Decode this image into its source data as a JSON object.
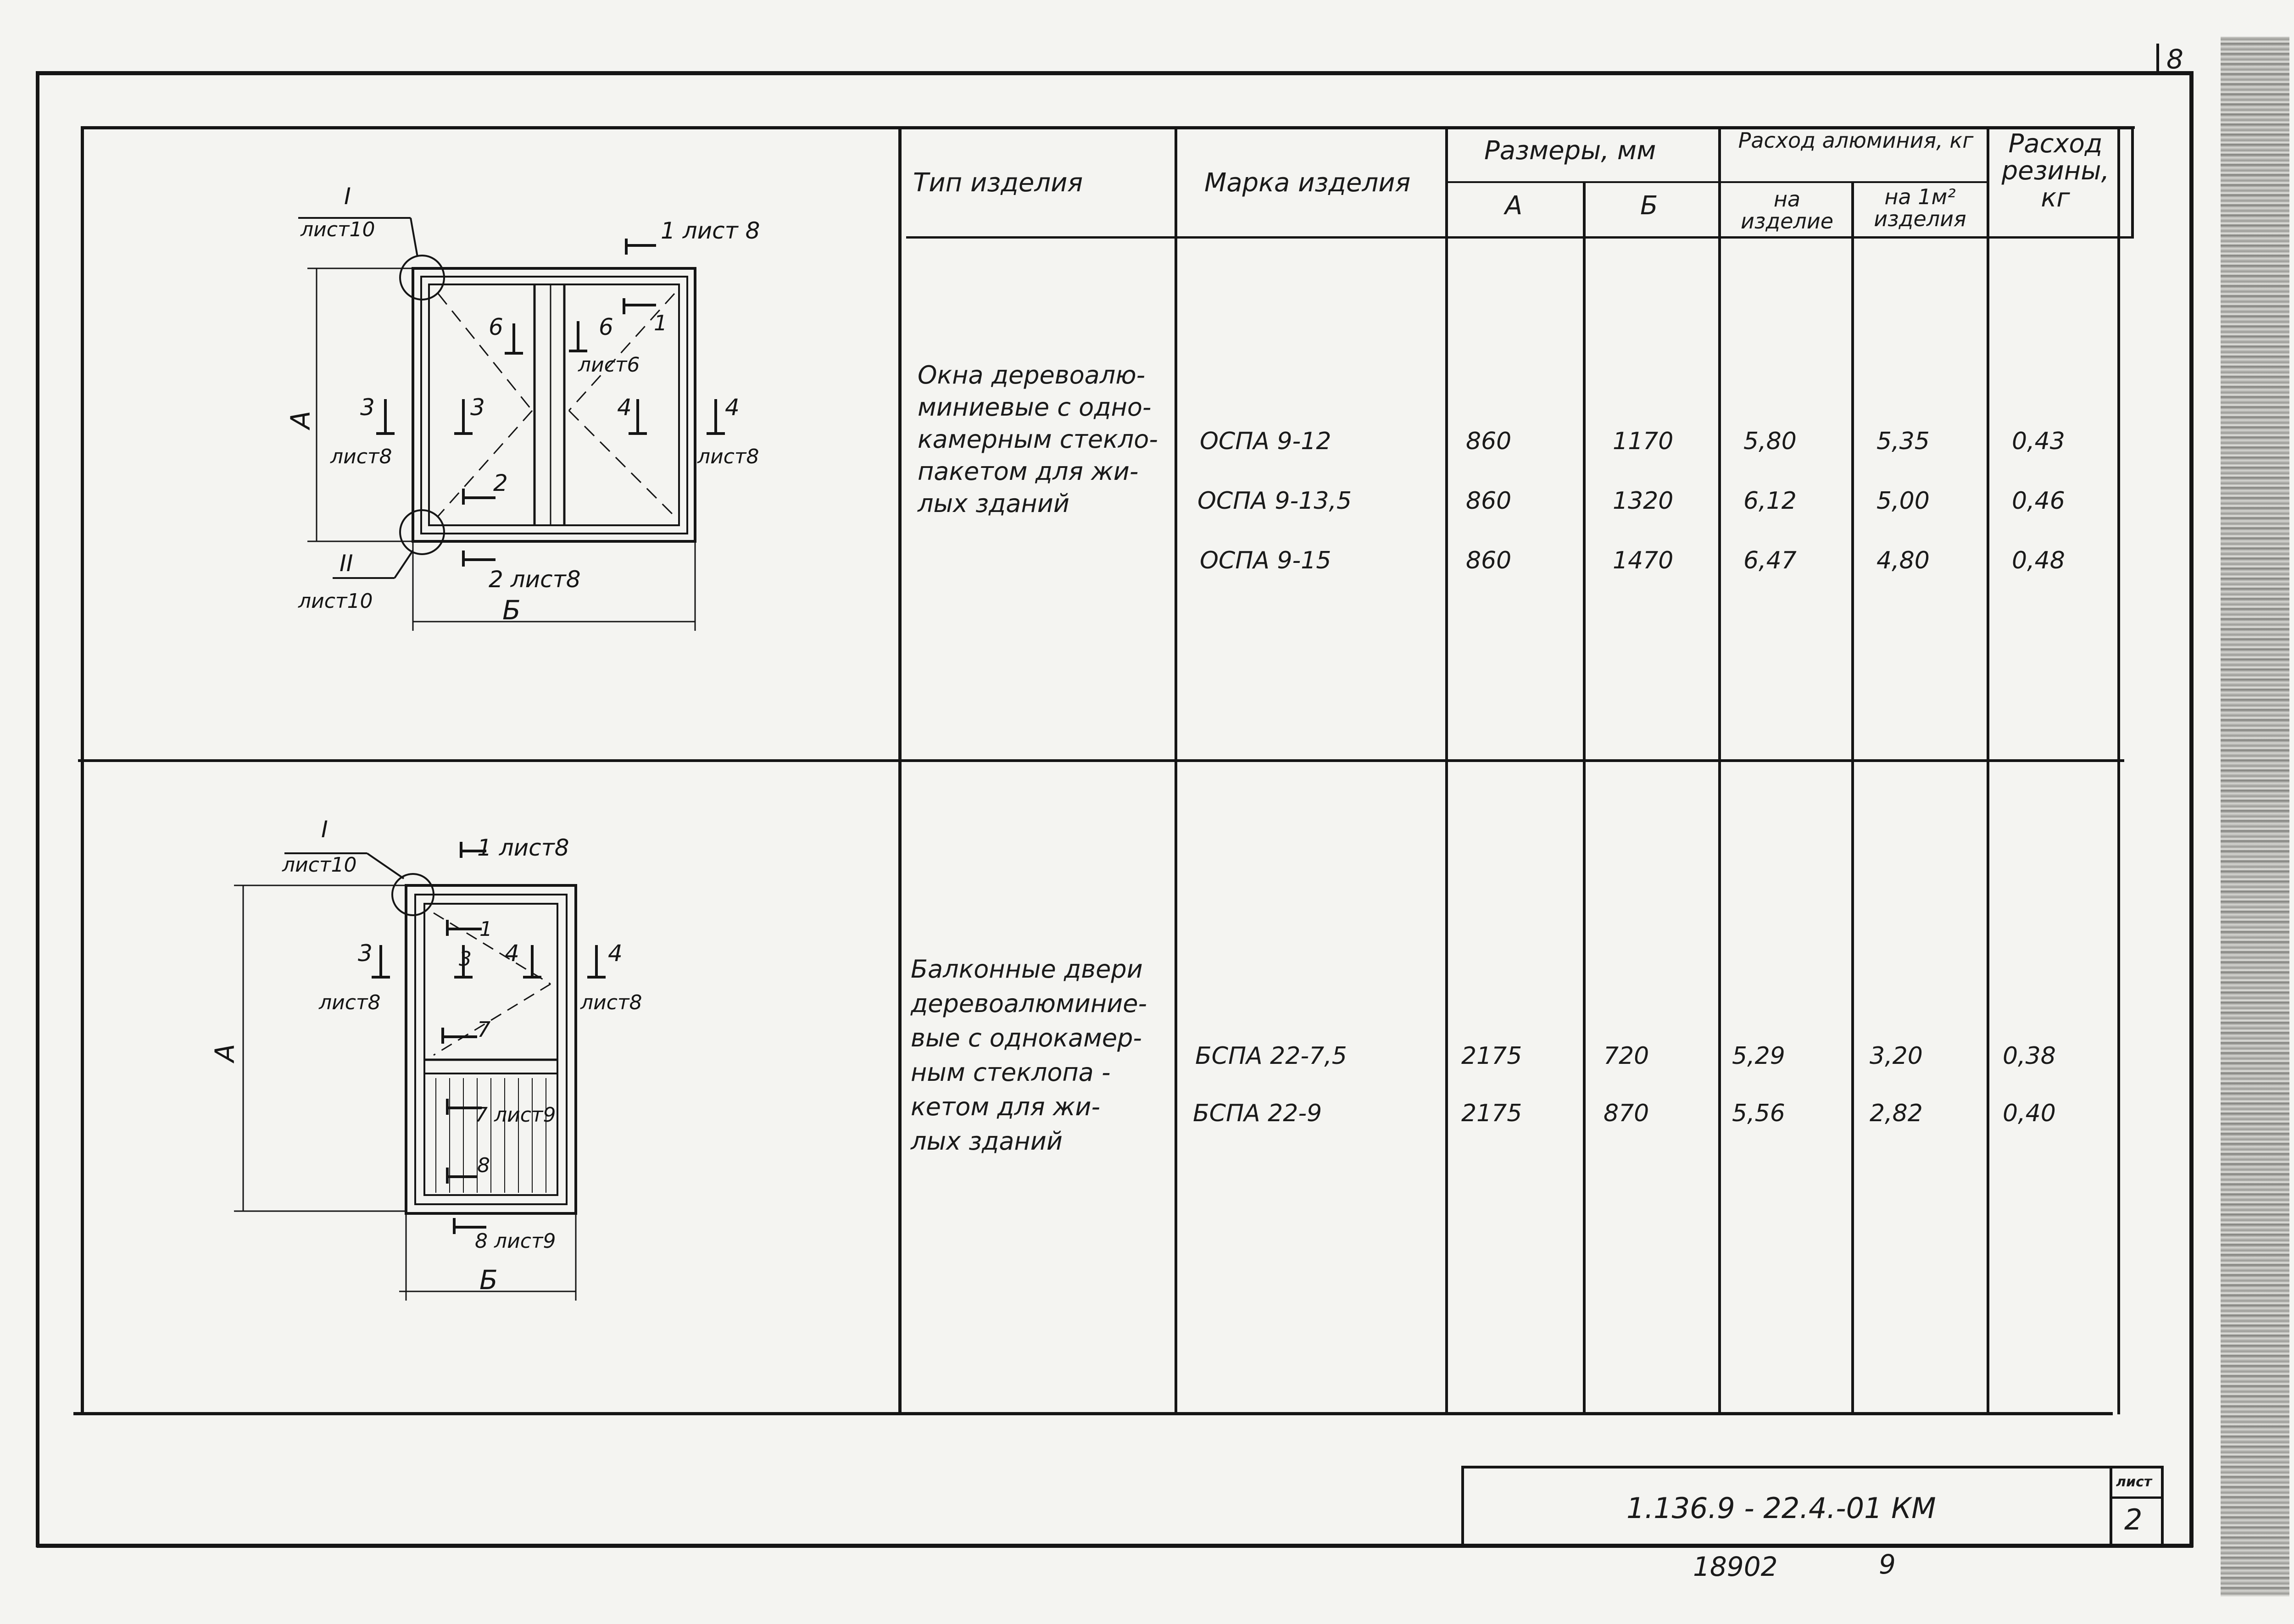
{
  "corner_number": "8",
  "table": {
    "headers": {
      "type": "Тип изделия",
      "mark": "Марка изделия",
      "sizes": "Размеры, мм",
      "size_a": "А",
      "size_b": "Б",
      "aluminium": "Расход алюминия, кг",
      "alu_per_item": "на изделие",
      "alu_per_m2": "на 1м² изделия",
      "rubber": "Расход резины, кг"
    },
    "group1": {
      "type_lines": [
        "Окна деревоалю-",
        "миниевые с одно-",
        "камерным стекло-",
        "пакетом для жи-",
        "лых зданий"
      ],
      "rows": [
        {
          "mark": "ОСПА 9-12",
          "a": "860",
          "b": "1170",
          "per_item": "5,80",
          "per_m2": "5,35",
          "rubber": "0,43"
        },
        {
          "mark": "ОСПА 9-13,5",
          "a": "860",
          "b": "1320",
          "per_item": "6,12",
          "per_m2": "5,00",
          "rubber": "0,46"
        },
        {
          "mark": "ОСПА 9-15",
          "a": "860",
          "b": "1470",
          "per_item": "6,47",
          "per_m2": "4,80",
          "rubber": "0,48"
        }
      ]
    },
    "group2": {
      "type_lines": [
        "Балконные двери",
        "деревоалюминие-",
        "вые с однокамер-",
        "ным стеклопа -",
        "кетом для жи-",
        "лых зданий"
      ],
      "rows": [
        {
          "mark": "БСПА 22-7,5",
          "a": "2175",
          "b": "720",
          "per_item": "5,29",
          "per_m2": "3,20",
          "rubber": "0,38"
        },
        {
          "mark": "БСПА 22-9",
          "a": "2175",
          "b": "870",
          "per_item": "5,56",
          "per_m2": "2,82",
          "rubber": "0,40"
        }
      ]
    }
  },
  "window_drawing": {
    "callout_1": "I",
    "callout_1_sheet": "лист10",
    "callout_2": "II",
    "callout_2_sheet": "лист10",
    "sec1_top": "1 лист 8",
    "sec1_right": "1",
    "sec6_left": "6",
    "sec6_right": "6",
    "sec6_sheet": "лист6",
    "sec3_outer": "3",
    "sec3_outer_sheet": "лист8",
    "sec3_inner": "3",
    "sec4_inner": "4",
    "sec4_outer": "4",
    "sec4_outer_sheet": "лист8",
    "sec2_inner": "2",
    "sec2_bottom": "2 лист8",
    "dim_a": "А",
    "dim_b": "Б"
  },
  "door_drawing": {
    "callout_1": "I",
    "callout_1_sheet": "лист10",
    "sec1_top": "1 лист8",
    "sec1_inner": "1",
    "sec3_outer": "3",
    "sec3_outer_sheet": "лист8",
    "sec3_inner": "3",
    "sec4_inner": "4",
    "sec4_outer": "4",
    "sec4_outer_sheet": "лист8",
    "sec7": "7",
    "sec7_lower": "7 лист9",
    "sec8_inner": "8",
    "sec8_bottom": "8 лист9",
    "dim_a": "А",
    "dim_b": "Б"
  },
  "title_block": {
    "code": "1.136.9 - 22.4.-01 КМ",
    "sheet_label": "лист",
    "sheet_number": "2"
  },
  "footer": {
    "inventory": "18902",
    "page": "9"
  }
}
